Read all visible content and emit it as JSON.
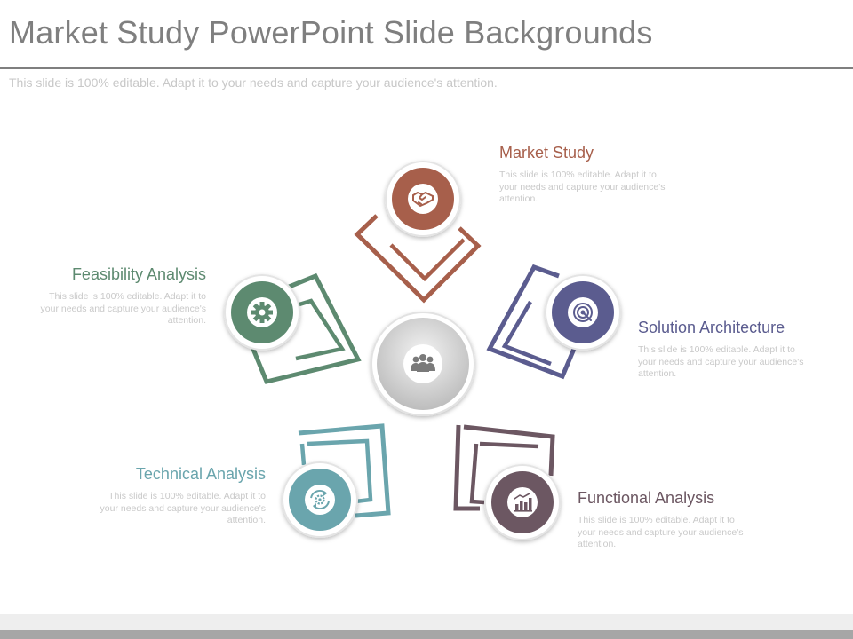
{
  "slide": {
    "title": "Market Study PowerPoint Slide Backgrounds",
    "subtitle": "This slide is 100% editable. Adapt it to your needs and capture your audience's attention."
  },
  "diagram": {
    "center": {
      "icon": "team-icon",
      "color": "#d4d4d4"
    },
    "nodes": [
      {
        "id": "market-study",
        "label": "Market Study",
        "description": "This slide is 100% editable. Adapt it to your needs and capture your audience's attention.",
        "icon": "handshake-icon",
        "color": "#a75f4b"
      },
      {
        "id": "solution-architecture",
        "label": "Solution Architecture",
        "description": "This slide is 100% editable. Adapt it to your needs and capture your audience's attention.",
        "icon": "target-icon",
        "color": "#5b5c8f"
      },
      {
        "id": "functional-analysis",
        "label": "Functional Analysis",
        "description": "This slide is 100% editable. Adapt it to your needs and capture your audience's attention.",
        "icon": "bar-chart-icon",
        "color": "#6c5762"
      },
      {
        "id": "technical-analysis",
        "label": "Technical Analysis",
        "description": "This slide is 100% editable. Adapt it to your needs and capture your audience's attention.",
        "icon": "gear-cycle-icon",
        "color": "#6aa5ad"
      },
      {
        "id": "feasibility-analysis",
        "label": "Feasibility Analysis",
        "description": "This slide is 100% editable. Adapt it to your needs and capture your audience's attention.",
        "icon": "gear-icon",
        "color": "#5d8a70"
      }
    ]
  }
}
